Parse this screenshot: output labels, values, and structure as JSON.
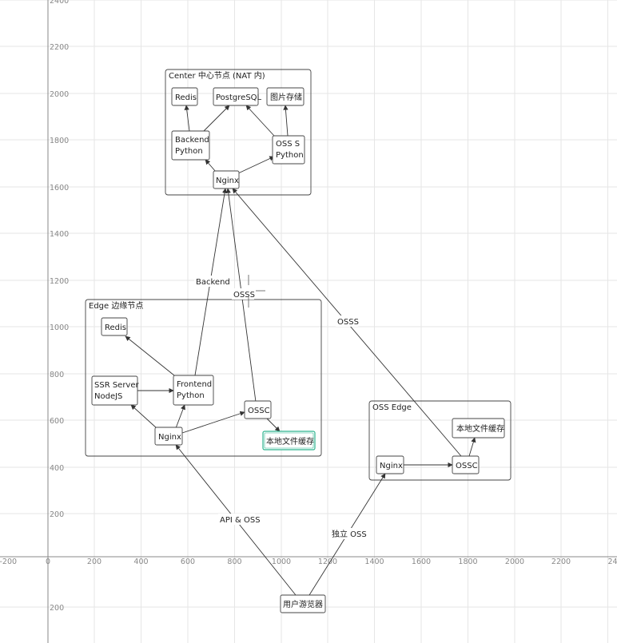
{
  "colors": {
    "background": "#ffffff",
    "grid": "#e6e6e6",
    "axis": "#888888",
    "box_stroke": "#444444",
    "edge": "#333333",
    "highlight": "#2fb58f"
  },
  "axes": {
    "x_ticks": [
      "-200",
      "0",
      "200",
      "400",
      "600",
      "800",
      "1000",
      "1200",
      "1400",
      "1600",
      "1800",
      "2000",
      "2200",
      "24"
    ],
    "y_ticks": [
      "2400",
      "2200",
      "2000",
      "1800",
      "1600",
      "1400",
      "1200",
      "1000",
      "800",
      "600",
      "400",
      "200",
      "200"
    ]
  },
  "groups": {
    "center": "Center 中心节点 (NAT 内)",
    "edge": "Edge 边缘节点",
    "oss_edge": "OSS Edge"
  },
  "nodes": {
    "c_redis": "Redis",
    "c_pg": "PostgreSQL",
    "c_img": "图片存储",
    "c_backend": [
      "Backend",
      "Python"
    ],
    "c_osss": [
      "OSS S",
      "Python"
    ],
    "c_nginx": "Nginx",
    "e_redis": "Redis",
    "e_ssr": [
      "SSR Server",
      "NodeJS"
    ],
    "e_frontend": [
      "Frontend",
      "Python"
    ],
    "e_nginx": "Nginx",
    "e_ossc": "OSSC",
    "e_cache": "本地文件缓存",
    "o_cache": "本地文件缓存",
    "o_nginx": "Nginx",
    "o_ossc": "OSSC",
    "browser": "用户游览器"
  },
  "edge_labels": {
    "backend": "Backend",
    "osss_1": "OSSS",
    "osss_2": "OSSS",
    "api_oss": "API & OSS",
    "solo_oss": "独立 OSS"
  }
}
